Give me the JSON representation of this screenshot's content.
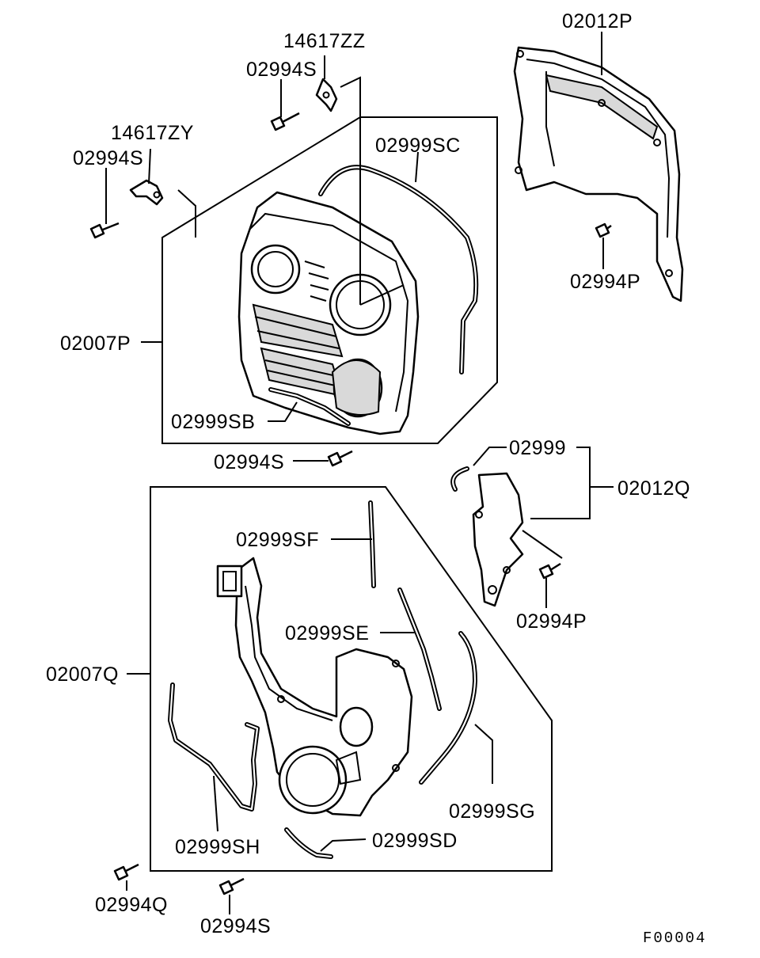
{
  "diagram": {
    "code": "F00004",
    "labels": {
      "p02012P": "02012P",
      "p14617ZZ": "14617ZZ",
      "p02994S_a": "02994S",
      "p14617ZY": "14617ZY",
      "p02994S_b": "02994S",
      "p02999SC": "02999SC",
      "p02994P_a": "02994P",
      "p02007P": "02007P",
      "p02999SB": "02999SB",
      "p02994S_c": "02994S",
      "p02999": "02999",
      "p02012Q": "02012Q",
      "p02999SF": "02999SF",
      "p02994P_b": "02994P",
      "p02999SE": "02999SE",
      "p02007Q": "02007Q",
      "p02999SG": "02999SG",
      "p02999SD": "02999SD",
      "p02999SH": "02999SH",
      "p02994Q": "02994Q",
      "p02994S_d": "02994S"
    }
  }
}
